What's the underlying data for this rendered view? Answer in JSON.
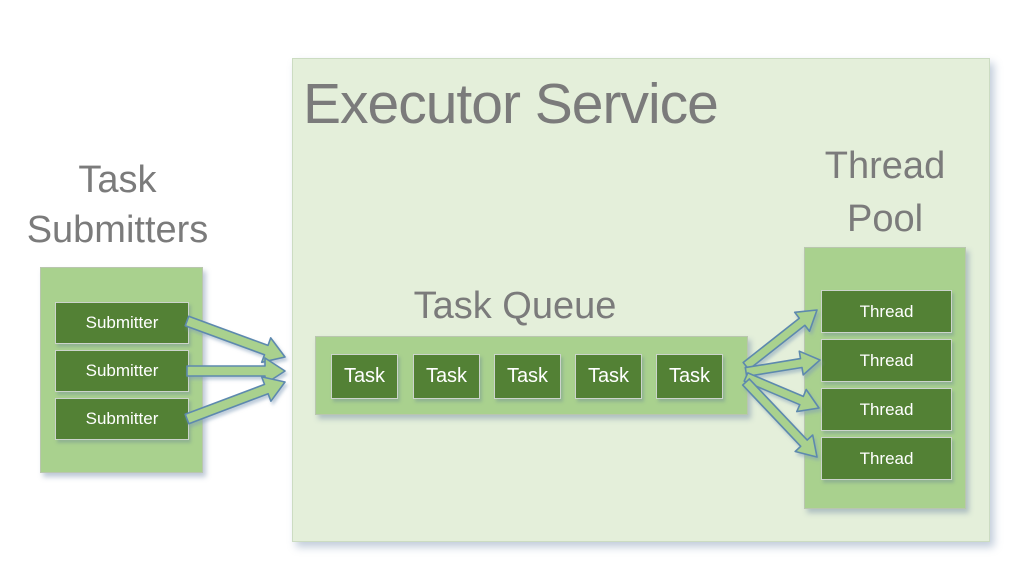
{
  "diagram": {
    "executor": {
      "title": "Executor Service"
    },
    "submitters": {
      "title": "Task Submitters",
      "items": [
        {
          "label": "Submitter"
        },
        {
          "label": "Submitter"
        },
        {
          "label": "Submitter"
        }
      ]
    },
    "queue": {
      "title": "Task Queue",
      "items": [
        {
          "label": "Task"
        },
        {
          "label": "Task"
        },
        {
          "label": "Task"
        },
        {
          "label": "Task"
        },
        {
          "label": "Task"
        }
      ]
    },
    "pool": {
      "title": "Thread Pool",
      "items": [
        {
          "label": "Thread"
        },
        {
          "label": "Thread"
        },
        {
          "label": "Thread"
        },
        {
          "label": "Thread"
        }
      ]
    },
    "connections": [
      {
        "from": "submitter-1",
        "to": "task-queue"
      },
      {
        "from": "submitter-2",
        "to": "task-queue"
      },
      {
        "from": "submitter-3",
        "to": "task-queue"
      },
      {
        "from": "task-queue",
        "to": "thread-1"
      },
      {
        "from": "task-queue",
        "to": "thread-2"
      },
      {
        "from": "task-queue",
        "to": "thread-3"
      },
      {
        "from": "task-queue",
        "to": "thread-4"
      }
    ],
    "colors": {
      "box_dark_green": "#538135",
      "container_green": "#a9d18e",
      "executor_bg": "#e4efda",
      "title_gray": "#7b7b7b",
      "node_text": "#ffffff",
      "arrow_fill": "#a9d18e",
      "arrow_outline": "#5d89ae"
    }
  }
}
